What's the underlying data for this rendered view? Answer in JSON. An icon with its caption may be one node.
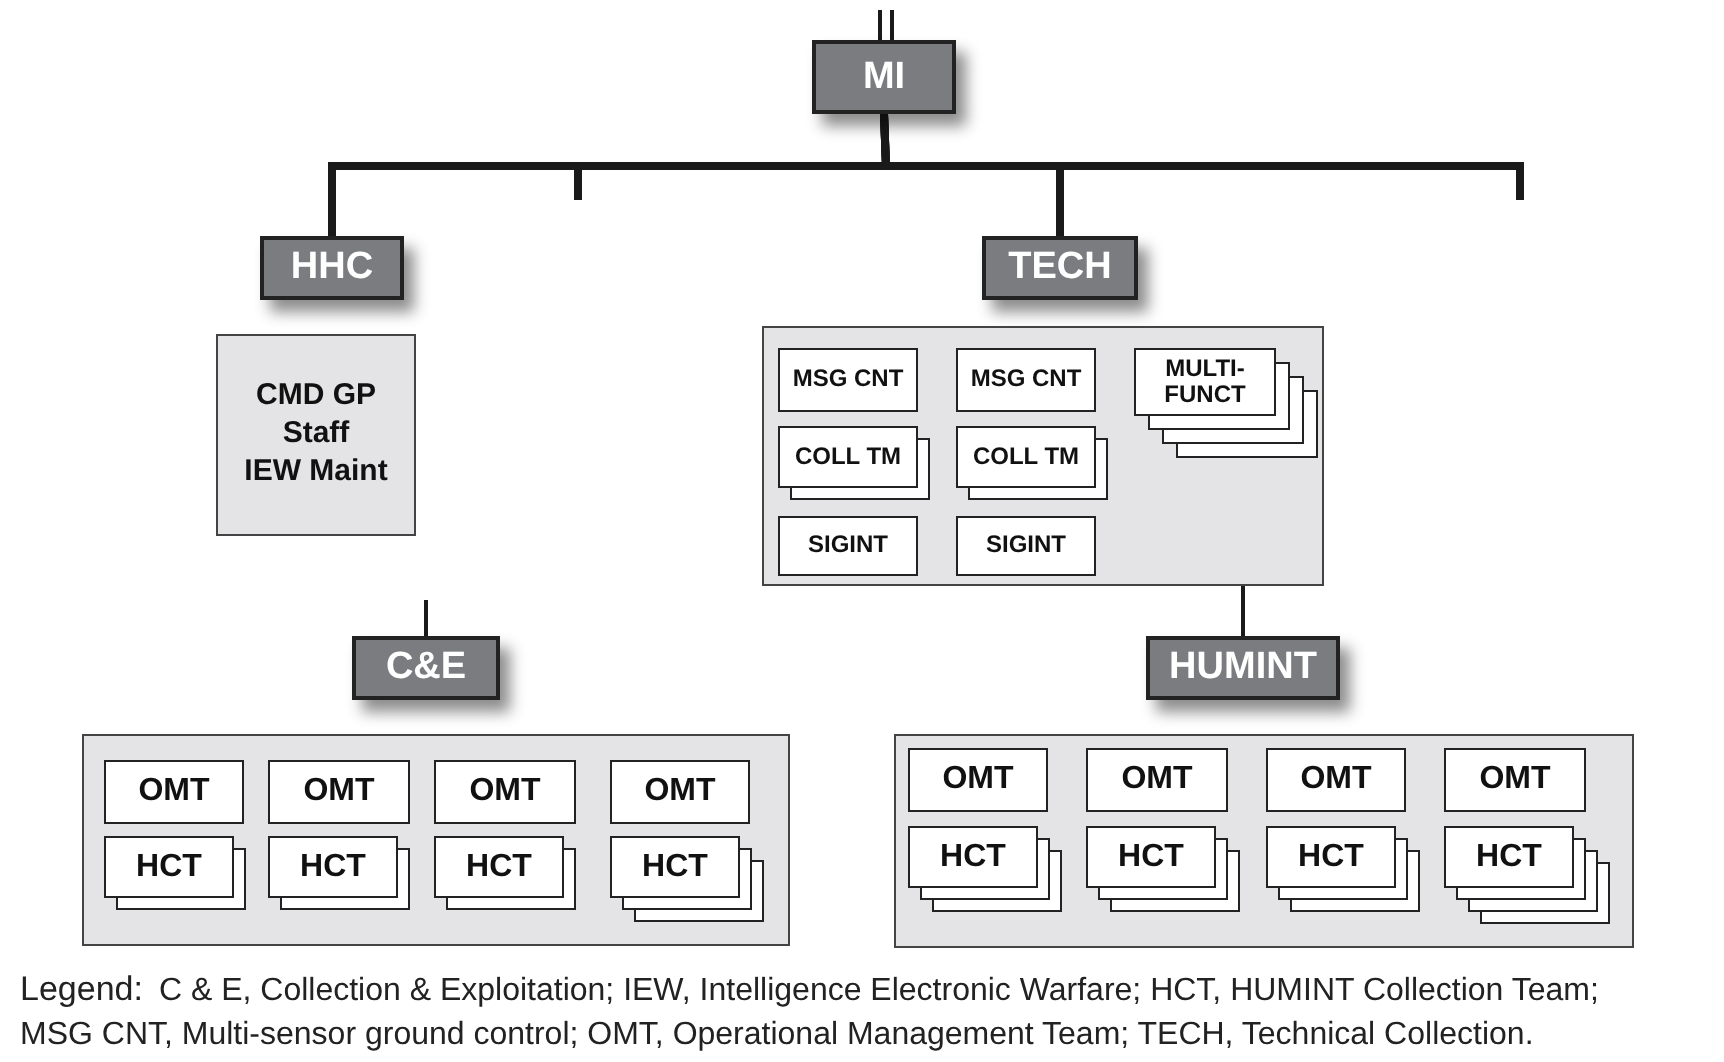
{
  "diagram": {
    "nodes": [
      {
        "text": [
          "MI"
        ]
      },
      {
        "text": [
          "HHC"
        ]
      },
      {
        "text": [
          "CMD GP",
          "Staff",
          "IEW Maint"
        ]
      },
      {
        "text": [
          "TECH"
        ]
      },
      {
        "text": [],
        "shape": "box"
      },
      {
        "text": [
          "MSG CNT"
        ],
        "in": 4
      },
      {
        "text": [
          "MSG CNT"
        ],
        "in": 4
      },
      {
        "text": [
          "MULTI-FUNCT"
        ],
        "in": 4
      },
      {
        "text": [
          "COLL TM"
        ],
        "in": 4
      },
      {
        "text": [
          "COLL TM"
        ],
        "in": 4
      },
      {
        "text": [
          "SIGINT"
        ],
        "in": 4
      },
      {
        "text": [
          "SIGINT"
        ],
        "in": 4
      },
      {
        "text": [
          "C&E"
        ]
      },
      {
        "text": [],
        "shape": "box"
      },
      {
        "text": [
          "OMT"
        ],
        "in": 13
      },
      {
        "text": [
          "OMT"
        ],
        "in": 13
      },
      {
        "text": [
          "OMT"
        ],
        "in": 13
      },
      {
        "text": [
          "OMT"
        ],
        "in": 13
      },
      {
        "text": [
          "HCT"
        ],
        "in": 13
      },
      {
        "text": [
          "HCT"
        ],
        "in": 13
      },
      {
        "text": [
          "HCT"
        ],
        "in": 13
      },
      {
        "text": [
          "HCT"
        ],
        "in": 13
      },
      {
        "text": [
          "HUMINT"
        ]
      },
      {
        "text": [],
        "shape": "box"
      },
      {
        "text": [
          "OMT"
        ],
        "in": 23
      },
      {
        "text": [
          "OMT"
        ],
        "in": 23
      },
      {
        "text": [
          "OMT"
        ],
        "in": 23
      },
      {
        "text": [
          "OMT"
        ],
        "in": 23
      },
      {
        "text": [
          "HCT"
        ],
        "in": 23
      },
      {
        "text": [
          "HCT"
        ],
        "in": 23
      },
      {
        "text": [
          "HCT"
        ],
        "in": 23
      },
      {
        "text": [
          "HCT"
        ],
        "in": 23
      }
    ],
    "edges": [
      {
        "from": null,
        "to": 0,
        "arrow": "none"
      },
      {
        "from": 0,
        "to": 1,
        "arrow": "none"
      },
      {
        "from": 0,
        "to": null,
        "arrow": "none"
      },
      {
        "from": 0,
        "to": 3,
        "arrow": "none"
      },
      {
        "from": 0,
        "to": null,
        "arrow": "none"
      },
      {
        "from": null,
        "to": 12,
        "arrow": "none"
      },
      {
        "from": 4,
        "to": 22,
        "arrow": "none"
      }
    ],
    "labels": [
      "Legend:",
      "C & E, Collection & Exploitation; IEW, Intelligence Electronic Warfare; HCT, HUMINT Collection Team; MSG CNT, Multi-sensor ground control; OMT, Operational Management Team; TECH, Technical Collection."
    ]
  }
}
